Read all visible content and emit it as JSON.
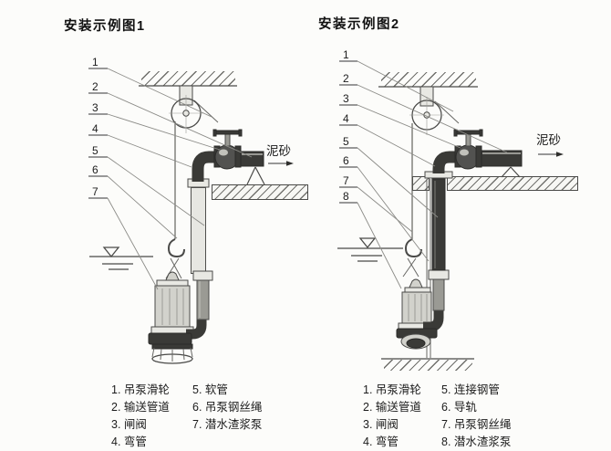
{
  "fig1": {
    "title": "安装示例图1",
    "flow_label": "泥砂",
    "callouts": [
      "1",
      "2",
      "3",
      "4",
      "5",
      "6",
      "7"
    ],
    "legend_col1": [
      "1. 吊泵滑轮",
      "2. 输送管道",
      "3. 闸阀",
      "4. 弯管"
    ],
    "legend_col2": [
      "5. 软管",
      "6. 吊泵钢丝绳",
      "7. 潜水渣浆泵"
    ]
  },
  "fig2": {
    "title": "安装示例图2",
    "flow_label": "泥砂",
    "callouts": [
      "1",
      "2",
      "3",
      "4",
      "5",
      "6",
      "7",
      "8"
    ],
    "legend_col1": [
      "1. 吊泵滑轮",
      "2. 输送管道",
      "3. 闸阀",
      "4. 弯管"
    ],
    "legend_col2": [
      "5. 连接钢管",
      "6. 导轨",
      "7. 吊泵钢丝绳",
      "8. 潜水渣浆泵"
    ]
  }
}
